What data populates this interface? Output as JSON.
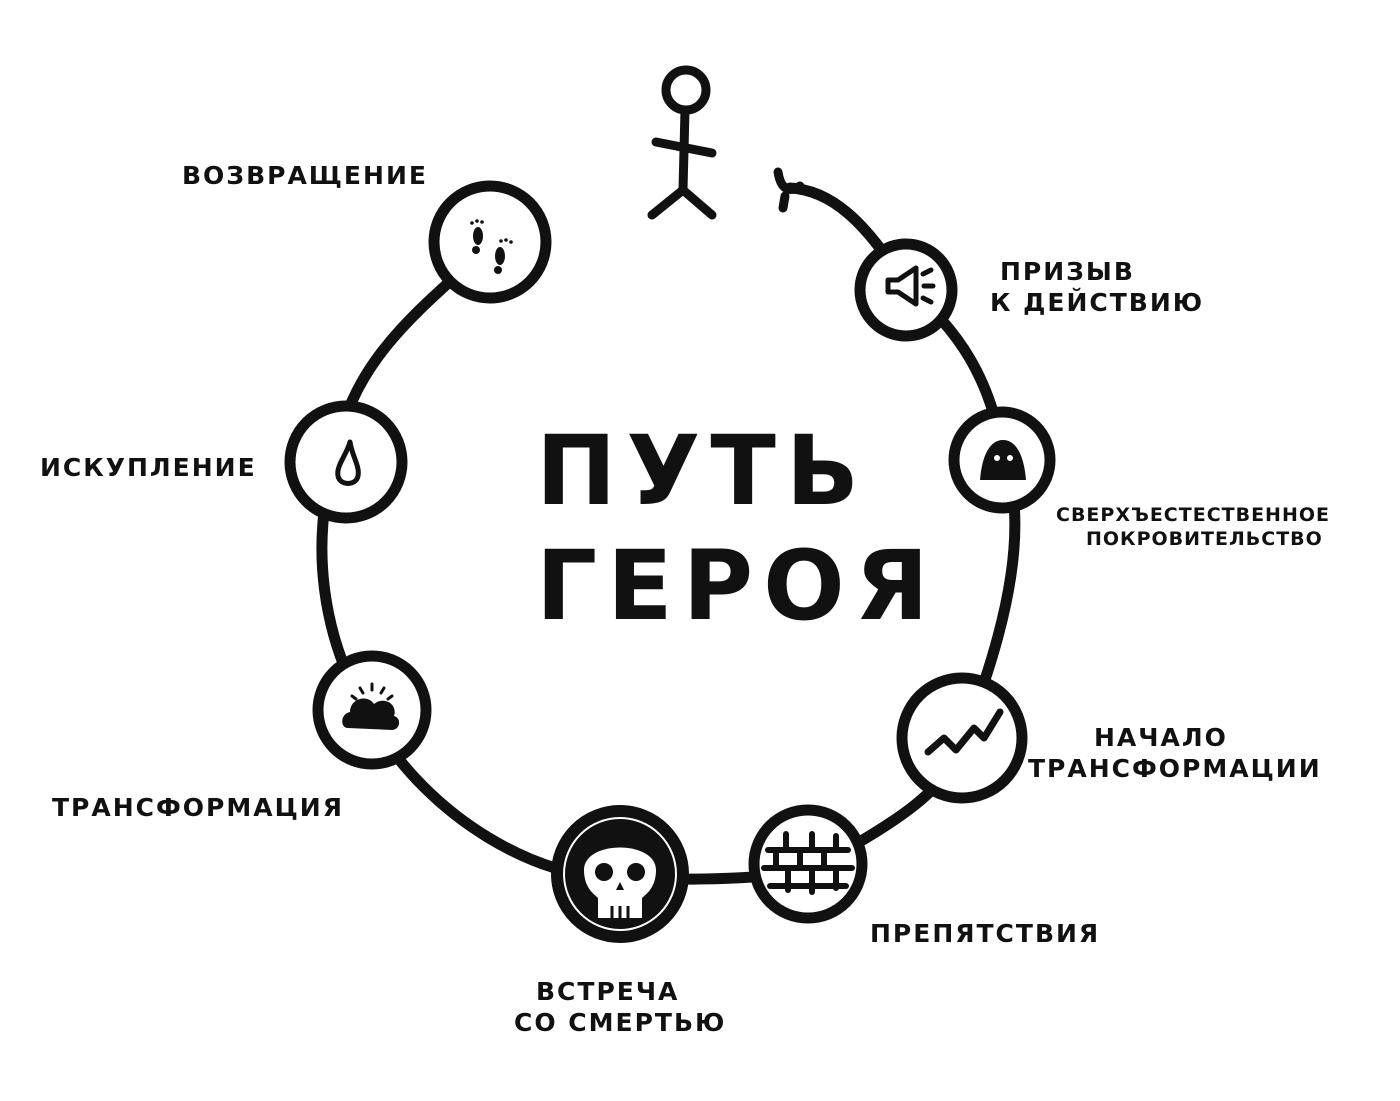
{
  "title": {
    "line1": "ПУТЬ",
    "line2": "ГЕРОЯ"
  },
  "stages": [
    {
      "id": "call",
      "line1": "ПРИЗЫВ",
      "line2": "К ДЕЙСТВИЮ",
      "icon": "megaphone-icon"
    },
    {
      "id": "aid",
      "line1": "СВЕРХЪЕСТЕСТВЕННОЕ",
      "line2": "ПОКРОВИТЕЛЬСТВО",
      "icon": "ghost-icon"
    },
    {
      "id": "begin",
      "line1": "НАЧАЛО",
      "line2": "ТРАНСФОРМАЦИИ",
      "icon": "zigzag-stairs-icon"
    },
    {
      "id": "obstacles",
      "line1": "ПРЕПЯТСТВИЯ",
      "icon": "brick-wall-icon"
    },
    {
      "id": "death",
      "line1": "ВСТРЕЧА",
      "line2": "СО СМЕРТЬЮ",
      "icon": "skull-icon"
    },
    {
      "id": "transform",
      "line1": "ТРАНСФОРМАЦИЯ",
      "icon": "storm-cloud-icon"
    },
    {
      "id": "atonement",
      "line1": "ИСКУПЛЕНИЕ",
      "icon": "drop-icon"
    },
    {
      "id": "return",
      "line1": "ВОЗВРАЩЕНИЕ",
      "icon": "footprints-icon"
    }
  ],
  "figure_icon": "stick-figure-icon",
  "colors": {
    "ink": "#111111",
    "paper": "#ffffff"
  }
}
